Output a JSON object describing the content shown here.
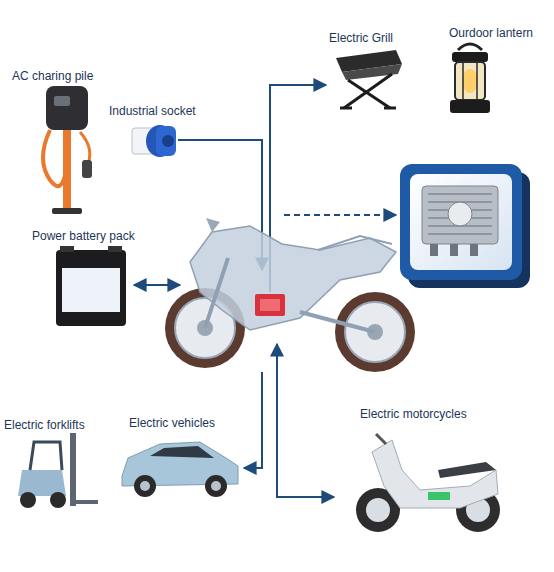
{
  "diagram": {
    "nodes": [
      {
        "text": [
          "Electric Grill"
        ]
      },
      {
        "text": [
          "Ourdoor lantern"
        ]
      },
      {
        "text": [
          "AC charing pile"
        ]
      },
      {
        "text": [
          "Industrial socket"
        ]
      },
      {
        "text": [
          "Power battery pack"
        ]
      },
      {
        "text": [
          "Electric forklifts"
        ]
      },
      {
        "text": [
          "Electric vehicles"
        ]
      },
      {
        "text": [
          "Electric motorcycles"
        ]
      }
    ]
  }
}
